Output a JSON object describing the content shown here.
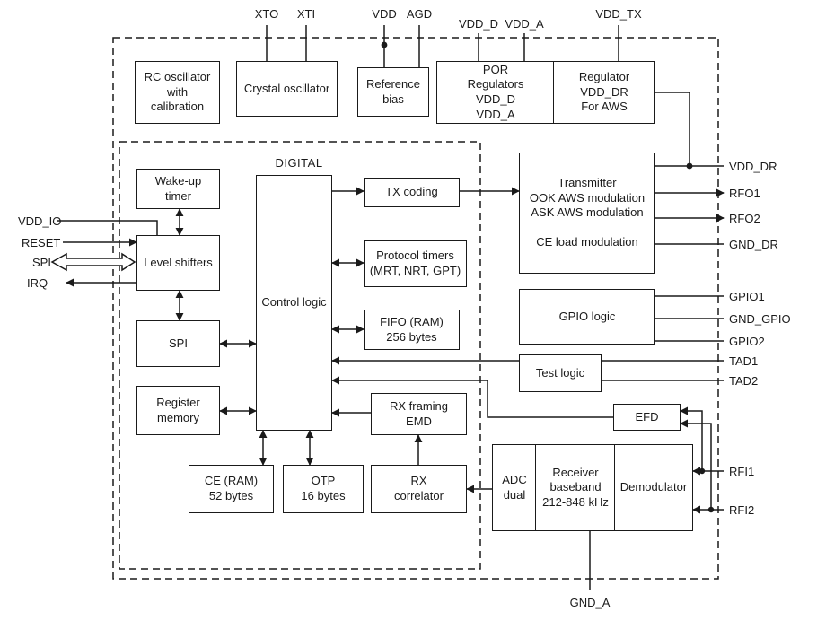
{
  "colors": {
    "line": "#1a1a1a",
    "background": "#ffffff"
  },
  "region_labels": {
    "digital": "DIGITAL"
  },
  "blocks": {
    "rc_oscillator": "RC oscillator\nwith\ncalibration",
    "crystal_oscillator": "Crystal oscillator",
    "reference_bias": "Reference\nbias",
    "por_regulators": "POR\nRegulators\nVDD_D\nVDD_A",
    "regulator_aws": "Regulator\nVDD_DR\nFor AWS",
    "wake_up_timer": "Wake-up\ntimer",
    "level_shifters": "Level shifters",
    "spi": "SPI",
    "register_memory": "Register\nmemory",
    "control_logic": "Control logic",
    "tx_coding": "TX coding",
    "protocol_timers": "Protocol timers\n(MRT, NRT, GPT)",
    "fifo": "FIFO (RAM)\n256 bytes",
    "rx_framing": "RX framing\nEMD",
    "ce_ram": "CE (RAM)\n52 bytes",
    "otp": "OTP\n16 bytes",
    "rx_correlator": "RX\ncorrelator",
    "transmitter": "Transmitter\nOOK AWS modulation\nASK AWS modulation\n\nCE load modulation",
    "gpio_logic": "GPIO logic",
    "test_logic": "Test logic",
    "efd": "EFD",
    "adc": "ADC\ndual",
    "receiver_baseband": "Receiver\nbaseband\n212-848 kHz",
    "demodulator": "Demodulator"
  },
  "pins": {
    "xto": "XTO",
    "xti": "XTI",
    "vdd": "VDD",
    "agd": "AGD",
    "vdd_d": "VDD_D",
    "vdd_a": "VDD_A",
    "vdd_tx": "VDD_TX",
    "vdd_io": "VDD_IO",
    "reset": "RESET",
    "spi": "SPI",
    "irq": "IRQ",
    "vdd_dr": "VDD_DR",
    "rfo1": "RFO1",
    "rfo2": "RFO2",
    "gnd_dr": "GND_DR",
    "gpio1": "GPIO1",
    "gnd_gpio": "GND_GPIO",
    "gpio2": "GPIO2",
    "tad1": "TAD1",
    "tad2": "TAD2",
    "rfi1": "RFI1",
    "rfi2": "RFI2",
    "gnd_a": "GND_A"
  }
}
